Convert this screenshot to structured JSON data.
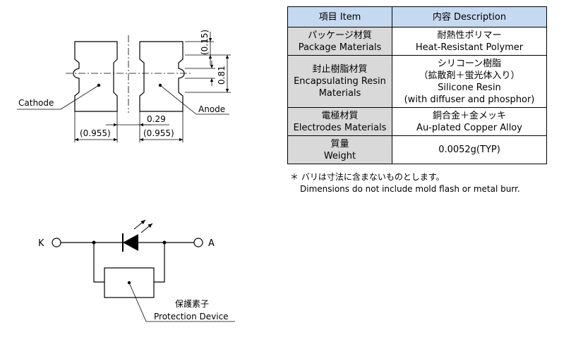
{
  "package_drawing": {
    "dim_top": "(0.15)",
    "dim_right": "0.81",
    "dim_gap": "0.29",
    "dim_left": "(0.955)",
    "dim_right_pad": "(0.955)",
    "cathode_label": "Cathode",
    "anode_label": "Anode"
  },
  "table": {
    "header": {
      "item": "項目 Item",
      "description": "内容 Description"
    },
    "rows": [
      {
        "item": [
          "パッケージ材質",
          "Package Materials"
        ],
        "description": [
          "耐熱性ポリマー",
          "Heat-Resistant Polymer"
        ]
      },
      {
        "item": [
          "封止樹脂材質",
          "Encapsulating Resin",
          "Materials"
        ],
        "description": [
          "シリコーン樹脂",
          "（拡散剤＋蛍光体入り）",
          "Silicone Resin",
          "(with diffuser and phosphor)"
        ]
      },
      {
        "item": [
          "電極材質",
          "Electrodes Materials"
        ],
        "description": [
          "銅合金＋金メッキ",
          "Au-plated Copper Alloy"
        ]
      },
      {
        "item": [
          "質量",
          "Weight"
        ],
        "description": [
          "0.0052g(TYP)"
        ]
      }
    ]
  },
  "note": {
    "line1": "＊ バリは寸法に含まないものとします。",
    "line2": "Dimensions do not include mold flash or metal burr."
  },
  "circuit": {
    "k_label": "K",
    "a_label": "A",
    "protection_jp": "保護素子",
    "protection_en": "Protection Device"
  }
}
